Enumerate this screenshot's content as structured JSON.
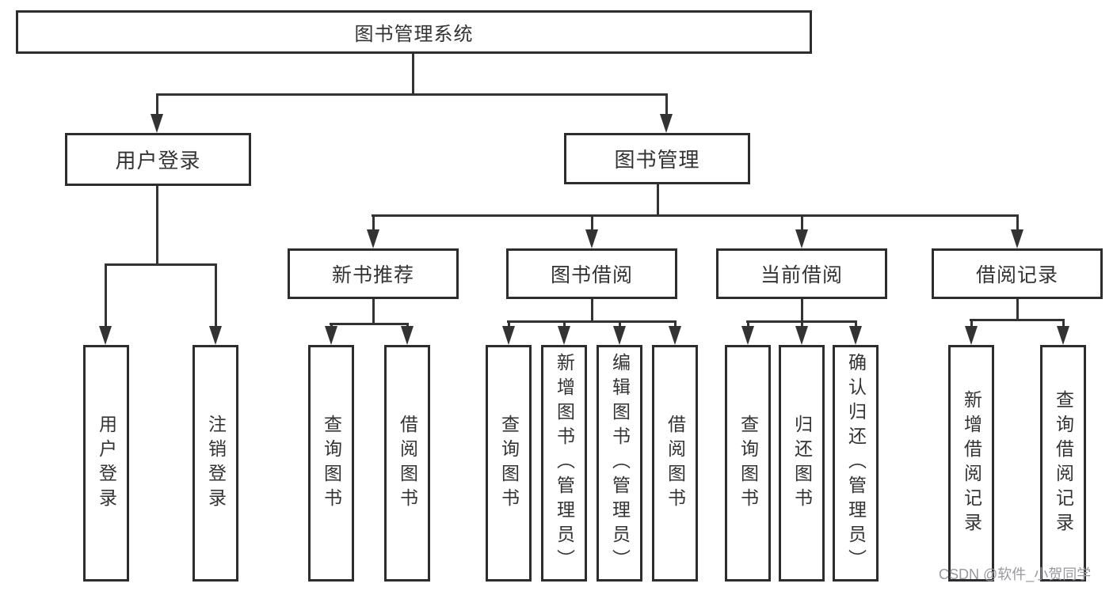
{
  "diagram": {
    "root": {
      "label": "图书管理系统",
      "children": [
        {
          "label": "用户登录",
          "children": [
            {
              "label": "用户登录"
            },
            {
              "label": "注销登录"
            }
          ]
        },
        {
          "label": "图书管理",
          "children": [
            {
              "label": "新书推荐",
              "children": [
                {
                  "label": "查询图书"
                },
                {
                  "label": "借阅图书"
                }
              ]
            },
            {
              "label": "图书借阅",
              "children": [
                {
                  "label": "查询图书"
                },
                {
                  "label": "新增图书（管理员）"
                },
                {
                  "label": "编辑图书（管理员）"
                },
                {
                  "label": "借阅图书"
                }
              ]
            },
            {
              "label": "当前借阅",
              "children": [
                {
                  "label": "查询图书"
                },
                {
                  "label": "归还图书"
                },
                {
                  "label": "确认归还（管理员）"
                }
              ]
            },
            {
              "label": "借阅记录",
              "children": [
                {
                  "label": "新增借阅记录"
                },
                {
                  "label": "查询借阅记录"
                }
              ]
            }
          ]
        }
      ]
    }
  },
  "watermark": {
    "text": "CSDN @软件_小贺同学"
  },
  "colors": {
    "box_border": "#2d2d2d",
    "line": "#333333",
    "text": "#333333",
    "watermark": "#98989f",
    "background": "#ffffff"
  }
}
